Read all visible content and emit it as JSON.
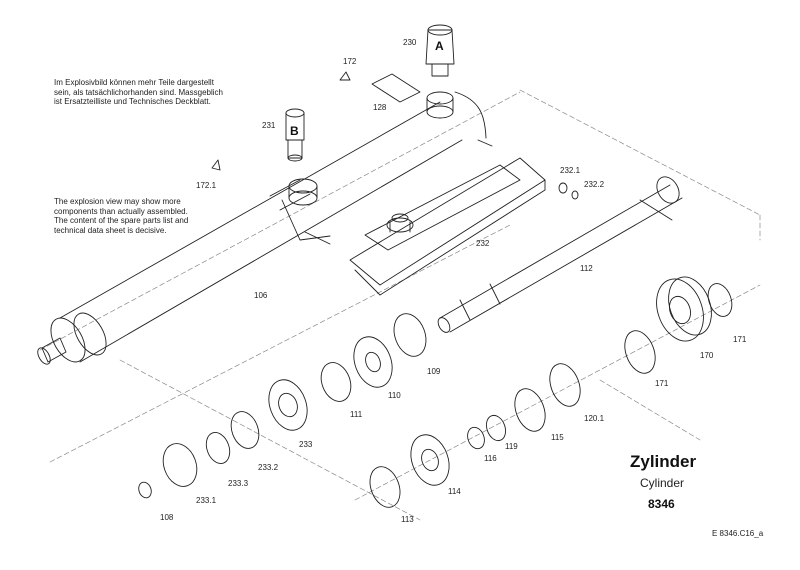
{
  "notes": {
    "german": "Im Explosivbild können mehr Teile dargestellt\nsein, als tatsächlichorhanden sind. Massgeblich\nist Ersatzteilliste und Technisches Deckblatt.",
    "english": "The explosion view may show more\ncomponents than actually assembled.\nThe content of the spare parts list and\ntechnical data sheet is decisive."
  },
  "title": {
    "main": "Zylinder",
    "sub": "Cylinder",
    "number": "8346"
  },
  "drawing_id": "E 8346.C16_a",
  "badges": {
    "a": "A",
    "b": "B"
  },
  "parts": {
    "p230": "230",
    "p172": "172",
    "p128": "128",
    "p231": "231",
    "p172_1": "172.1",
    "p232_1": "232.1",
    "p232_2": "232.2",
    "p232": "232",
    "p112": "112",
    "p106": "106",
    "p109": "109",
    "p110": "110",
    "p111": "111",
    "p171a": "171",
    "p170": "170",
    "p171b": "171",
    "p120_1": "120.1",
    "p115": "115",
    "p119": "119",
    "p116": "116",
    "p114": "114",
    "p113": "113",
    "p233": "233",
    "p233_2": "233.2",
    "p233_3": "233.3",
    "p233_1": "233.1",
    "p108": "108"
  }
}
